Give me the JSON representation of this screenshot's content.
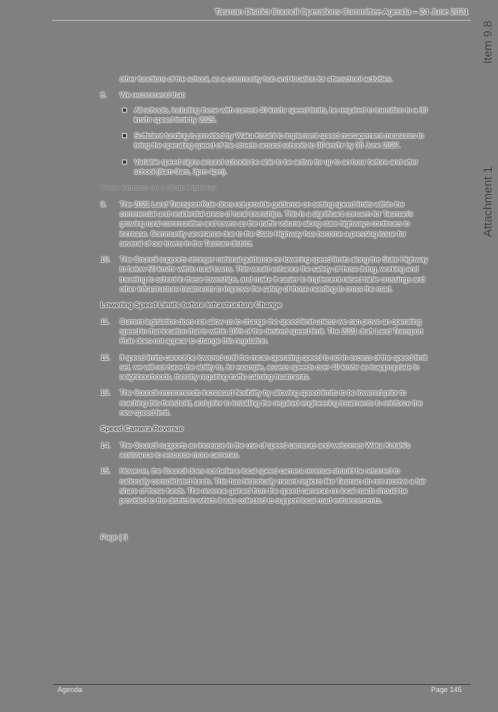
{
  "header": {
    "title": "Tasman District Council Operations Committee Agenda – 24 June 2021"
  },
  "side_tabs": {
    "item": "Item 9.8",
    "attachment": "Attachment 1"
  },
  "content": {
    "continuation": "other functions of the school, as a community hub and location for afterschool activities.",
    "para8": {
      "num": "8.",
      "text": "We recommend that:",
      "bullets": [
        "All schools, including those with current 40 km/hr speed limits, be required to transition to a 30 km/hr speed limit by 2025.",
        "Sufficient funding is provided by Waka Kotahi to implement speed management measures to bring the operating speed of the streets around schools to 30 km/hr by 30 June 2027.",
        "Variable speed signs around schools be able to be active for up to an hour before and after school (8am-9am, 3pm-4pm)."
      ]
    },
    "heading_town_centres": "Town Centres on a State Highway",
    "para9": {
      "num": "9.",
      "text": "The 2021 Land Transport Rule does not provide guidance on setting speed limits within the commercial and residential areas of rural townships. This is a significant concern for Tasman's growing rural communities and towns as the traffic volume along state highways continues to increase. Community severance due to the State Highway has become a pressing issue for several of our towns in the Tasman district."
    },
    "para10": {
      "num": "10.",
      "text": "The Council supports stronger national guidance on lowering speed limits along the State Highway to below 50 km/hr within rural towns. This would enhance the safety of those living, working and traveling to school in these townships, and make it easier to implement raised table crossings and other infrastructure treatments to improve the safety of those needing to cross the road."
    },
    "heading_lowering": "Lowering Speed Limits before Infrastructure Change",
    "para11": {
      "num": "11.",
      "text": "Current legislation does not allow us to change the speed limit unless we can prove an operating speed in that location that is within 10% of the desired speed limit.  The 2021 draft Land Transport Rule does not appear to change this regulation."
    },
    "para12": {
      "num": "12.",
      "text": "If speed limits cannot be lowered until the mean operating speed is not in excess of the speed limit set, we will not have the ability to, for example, assess speeds over 40 km/hr as inappropriate in neighbourhoods, thereby requiring traffic calming treatments."
    },
    "para13": {
      "num": "13.",
      "text": "The Council recommends increased flexibility by allowing speed limits to be lowered prior to reaching this threshold, and prior to installing the required engineering treatments to reinforce the new speed limit."
    },
    "heading_camera": "Speed Camera Revenue",
    "para14": {
      "num": "14.",
      "text": "The Council supports an increase in the use of speed cameras and welcomes Waka Kotahi's assistance to resource more cameras."
    },
    "para15": {
      "num": "15.",
      "text": "However, the Council does not believe local speed camera revenue should be returned to nationally consolidated funds. This has historically meant regions like Tasman do not receive a fair share of those funds.  The revenue gained from the speed cameras on local roads should be provided to the district in which it was collected to support local road enhancements."
    },
    "inner_page": "Page | 3"
  },
  "footer": {
    "left": "Agenda",
    "right": "Page 145"
  }
}
